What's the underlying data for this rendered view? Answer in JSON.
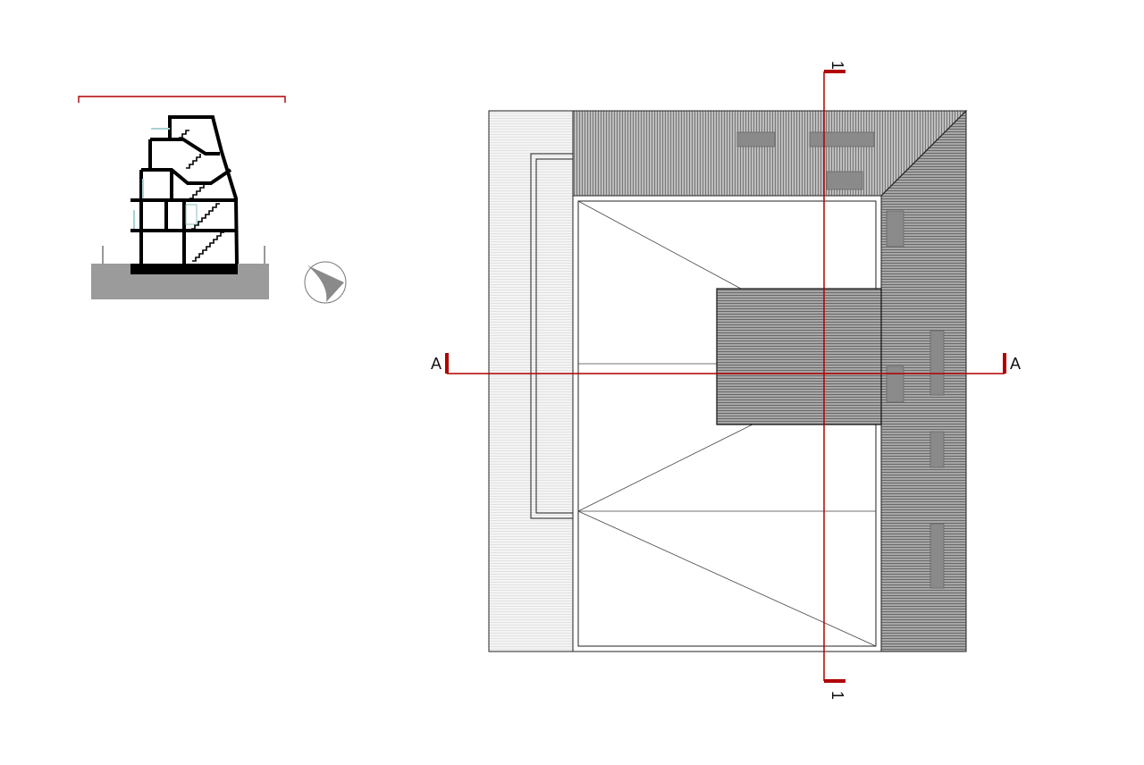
{
  "section_markers": {
    "horizontal": {
      "start": "A",
      "end": "A"
    },
    "vertical": {
      "top": "1",
      "bottom": "1"
    }
  },
  "colors": {
    "section_line": "#b00000",
    "roof_light": "#d9d9d9",
    "roof_dark": "#9a9a9a",
    "roof_dark_lines": "#555555",
    "skylight": "#8a8a8a",
    "ground": "#9b9b9b",
    "walls": "#000000",
    "glazing": "#a9d3d3"
  },
  "icons": {
    "north_arrow": "north-arrow-icon"
  }
}
